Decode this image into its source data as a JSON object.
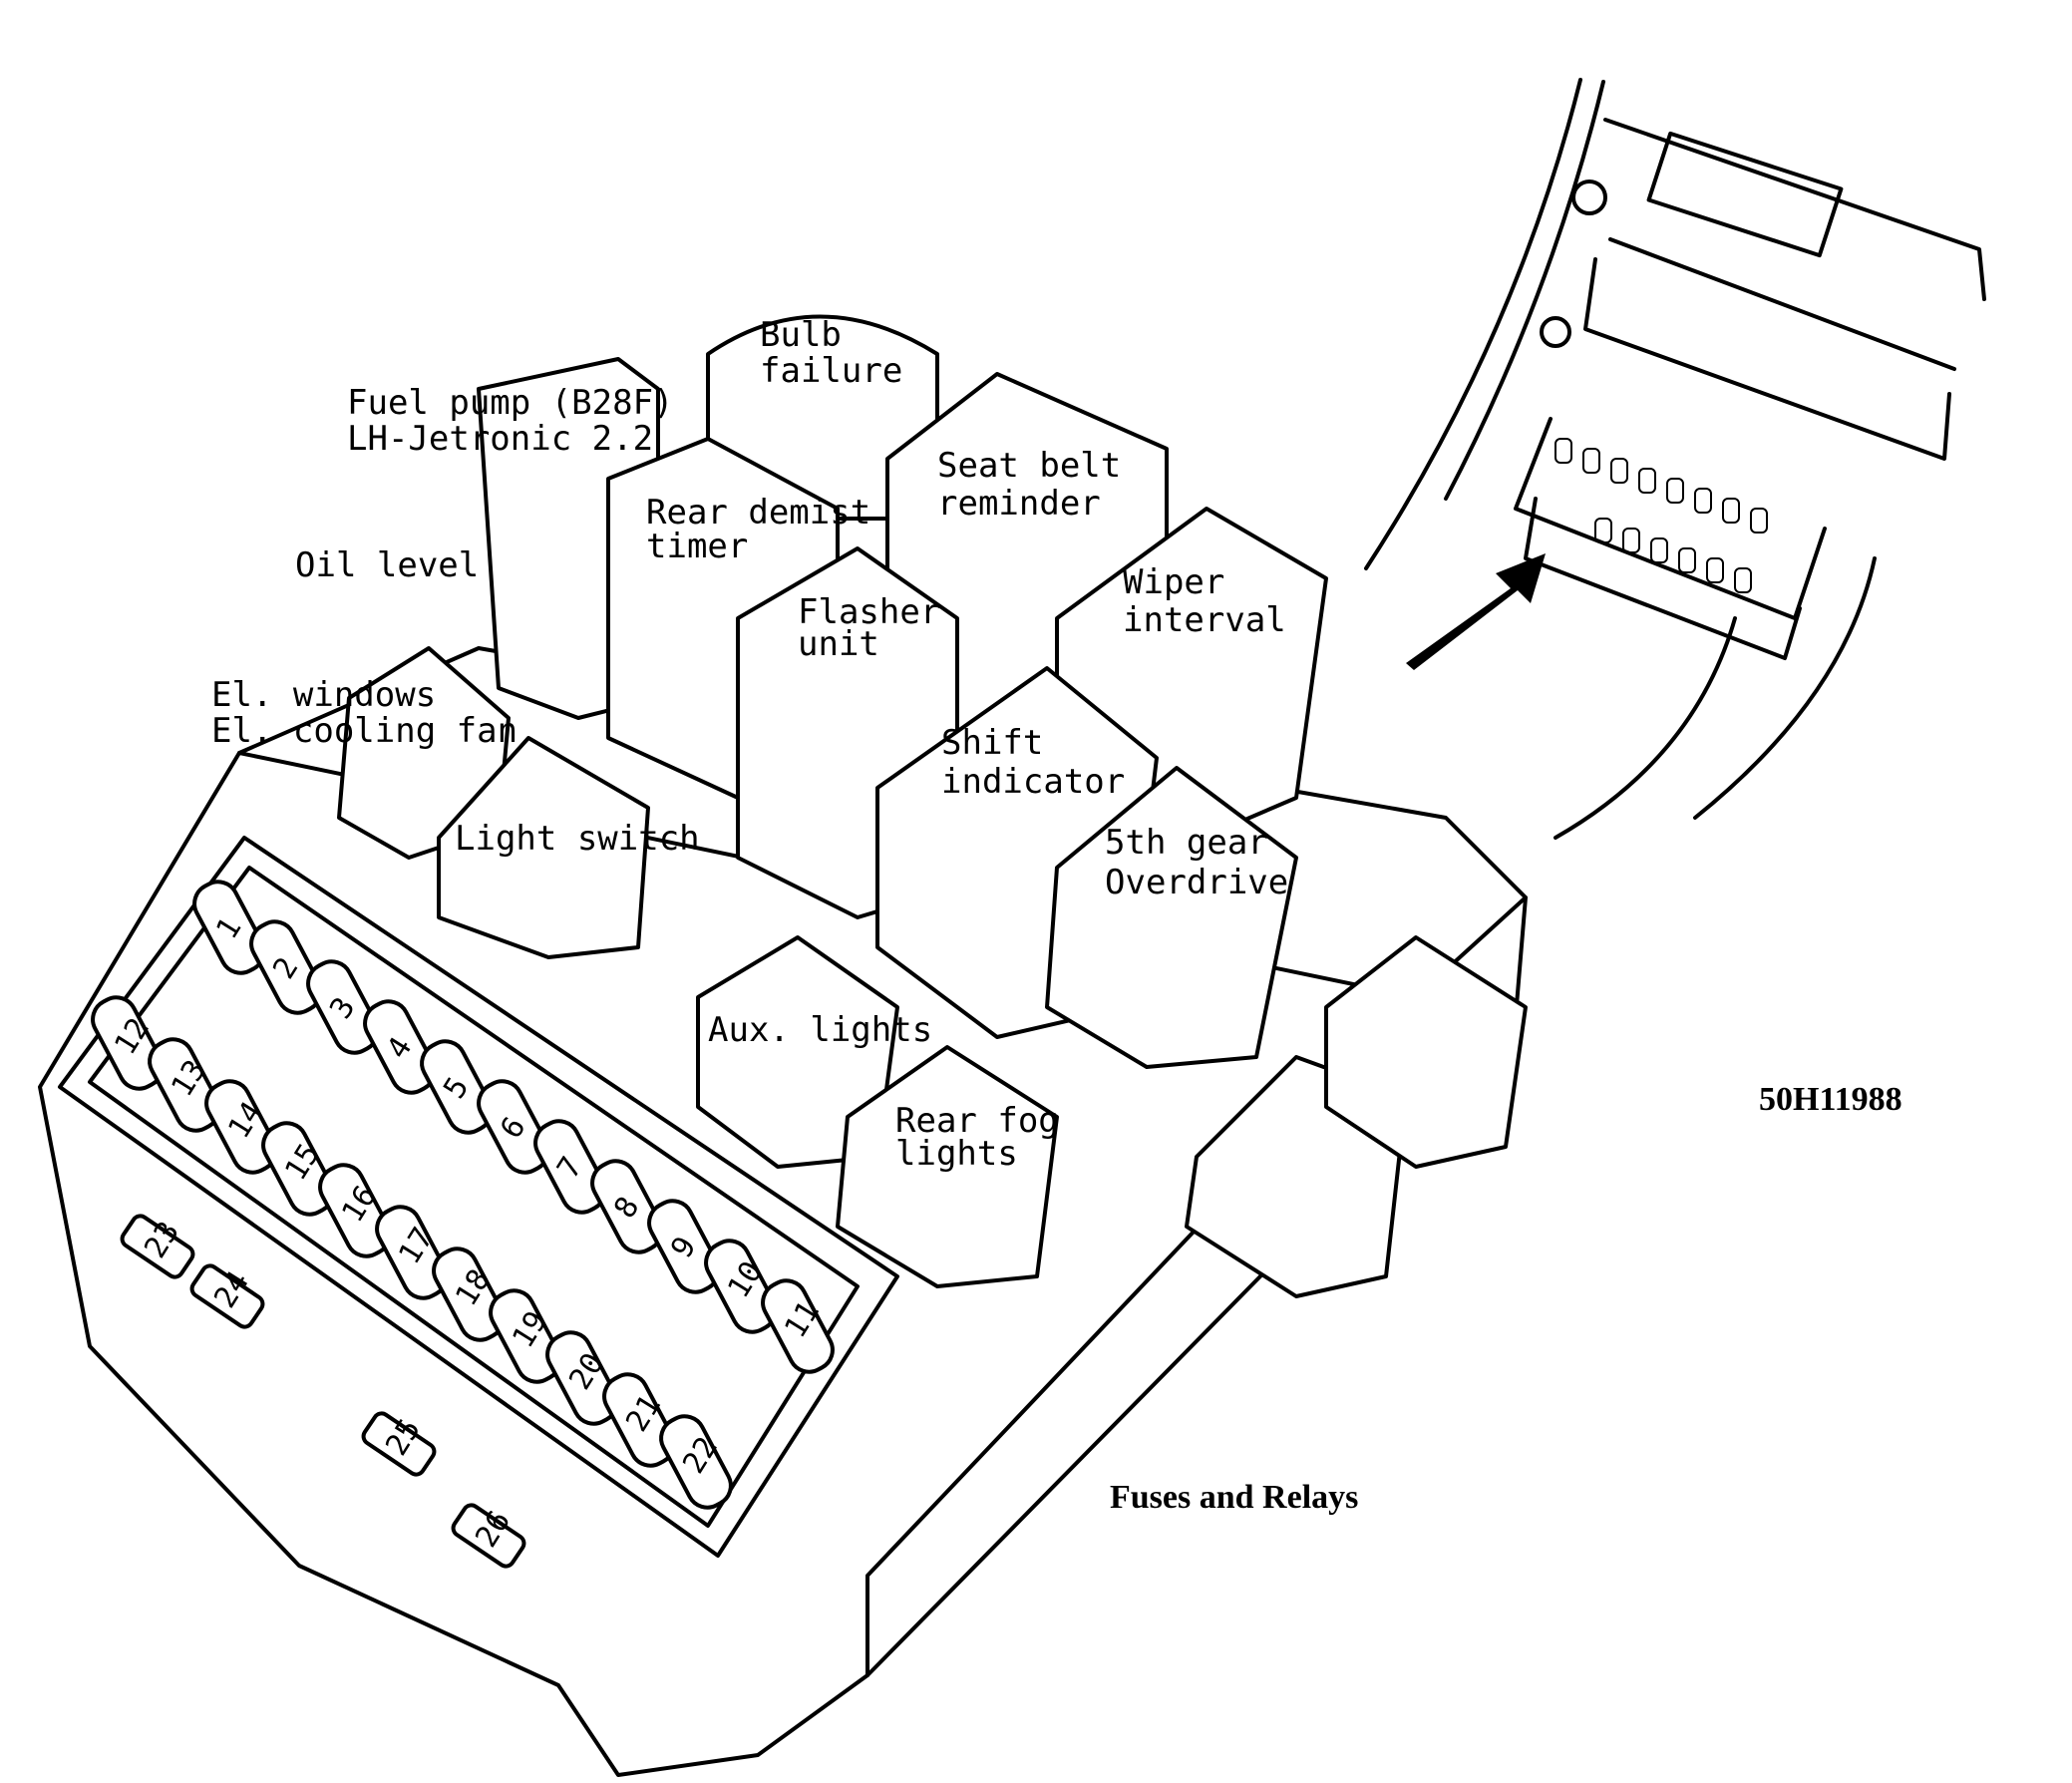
{
  "diagram": {
    "reference_code": "50H11988",
    "caption": "Fuses and Relays"
  },
  "relays": [
    {
      "id": "bulb-failure",
      "lines": [
        "Bulb",
        "failure"
      ]
    },
    {
      "id": "fuel-pump",
      "lines": [
        "Fuel pump (B28F)",
        "LH-Jetronic 2.2"
      ]
    },
    {
      "id": "rear-demist-timer",
      "lines": [
        "Rear demist",
        "timer"
      ]
    },
    {
      "id": "seat-belt-reminder",
      "lines": [
        "Seat belt",
        "reminder"
      ]
    },
    {
      "id": "oil-level",
      "lines": [
        "Oil level"
      ]
    },
    {
      "id": "flasher-unit",
      "lines": [
        "Flasher",
        "unit"
      ]
    },
    {
      "id": "wiper-interval",
      "lines": [
        "Wiper",
        "interval"
      ]
    },
    {
      "id": "el-windows-cooling-fan",
      "lines": [
        "El. windows",
        "El. cooling fan"
      ]
    },
    {
      "id": "shift-indicator",
      "lines": [
        "Shift",
        "indicator"
      ]
    },
    {
      "id": "light-switch",
      "lines": [
        "Light switch"
      ]
    },
    {
      "id": "5th-gear-overdrive",
      "lines": [
        "5th gear",
        "Overdrive"
      ]
    },
    {
      "id": "aux-lights",
      "lines": [
        "Aux. lights"
      ]
    },
    {
      "id": "rear-fog-lights",
      "lines": [
        "Rear fog",
        "lights"
      ]
    }
  ],
  "fuses": [
    "1",
    "2",
    "3",
    "4",
    "5",
    "6",
    "7",
    "8",
    "9",
    "10",
    "11",
    "12",
    "13",
    "14",
    "15",
    "16",
    "17",
    "18",
    "19",
    "20",
    "21",
    "22",
    "23",
    "24",
    "25",
    "26"
  ]
}
